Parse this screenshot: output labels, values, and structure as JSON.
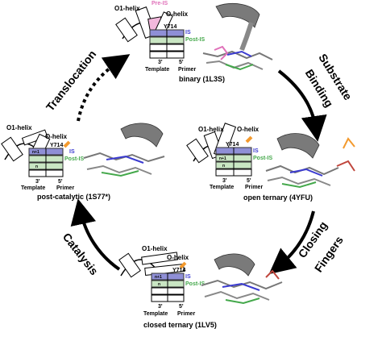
{
  "labels": {
    "o1_helix": "O1-helix",
    "o_helix": "O-helix",
    "pre_is": "Pre-IS",
    "is": "IS",
    "post_is": "Post-IS",
    "y714": "Y714",
    "template": "Template",
    "primer": "Primer",
    "three_prime": "3'",
    "five_prime": "5'",
    "n": "n",
    "n_plus_1": "n+1"
  },
  "states": {
    "binary": "binary (1L3S)",
    "open_ternary": "open ternary (4YFU)",
    "closed_ternary": "closed ternary (1LV5)",
    "post_catalytic": "post-catalytic (1S77*)"
  },
  "steps": {
    "substrate": "Substrate",
    "binding": "Binding",
    "fingers": "Fingers",
    "closing": "Closing",
    "catalysis": "Catalysis",
    "translocation": "Translocation"
  },
  "colors": {
    "is_fill": "#8f8fd6",
    "is_text": "#3b3bd0",
    "post_is_fill": "#c9e6c3",
    "post_is_text": "#44a84b",
    "pre_is_fill": "#f2b8dc",
    "pre_is_text": "#e071b9",
    "nucleotide": "#f39a2e",
    "arrow": "#000000"
  }
}
